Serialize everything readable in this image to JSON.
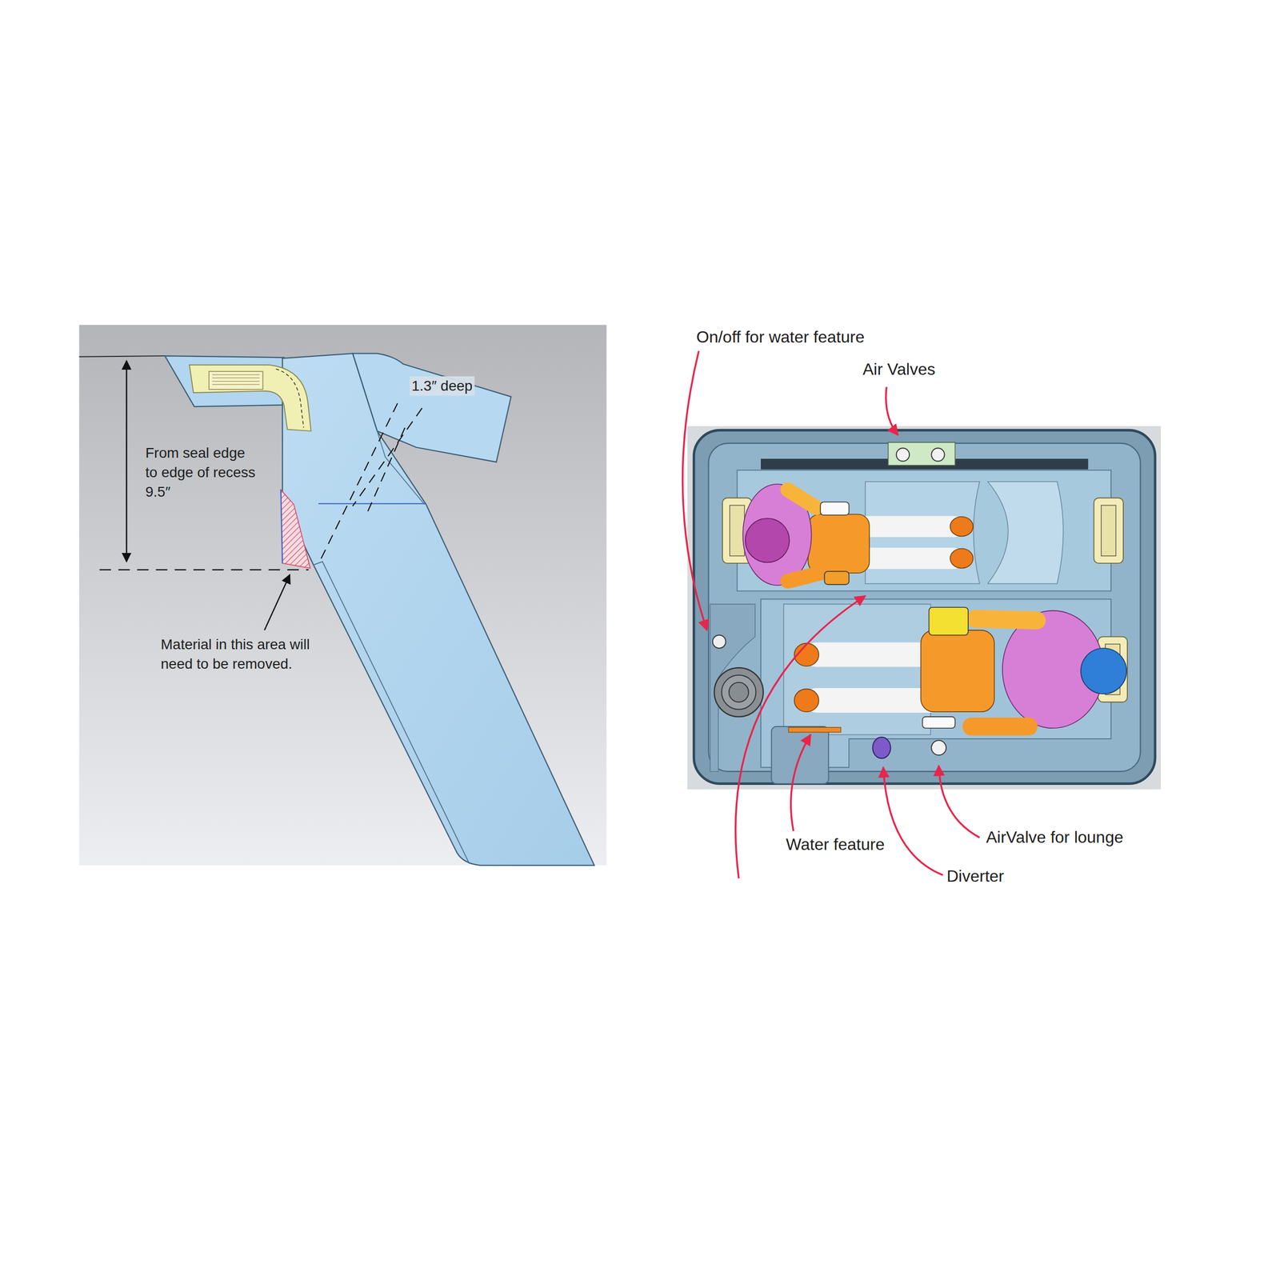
{
  "diagram": {
    "labels": [
      "1.3″ deep",
      "From seal edge to edge of recess 9.5″",
      "Material in this area will need to be removed.",
      "On/off for water feature",
      "Air Valves",
      "Water feature",
      "AirValve for lounge",
      "Diverter"
    ]
  }
}
